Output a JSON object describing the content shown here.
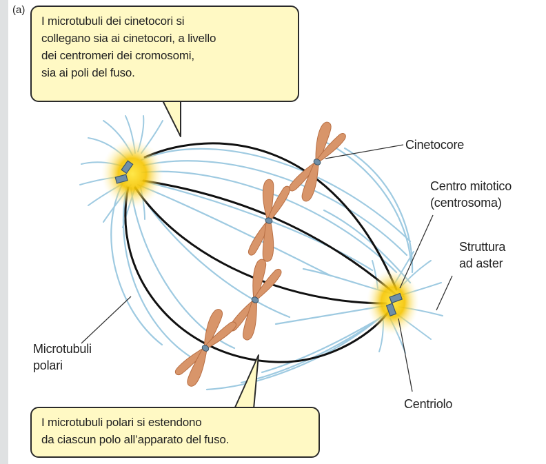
{
  "panel_label": "(a)",
  "callout_top": {
    "lines": [
      "I microtubuli dei cinetocori si",
      "collegano sia ai cinetocori, a livello",
      "dei centromeri dei cromosomi,",
      "sia ai poli del fuso."
    ]
  },
  "callout_bottom": {
    "lines": [
      "I microtubuli polari si estendono",
      "da ciascun polo all’apparato del fuso."
    ]
  },
  "labels": {
    "cinetocore": "Cinetocore",
    "centro_line1": "Centro mitotico",
    "centro_line2": "(centrosoma)",
    "aster_line1": "Struttura",
    "aster_line2": "ad aster",
    "polari_line1": "Microtubuli",
    "polari_line2": "polari",
    "centriolo": "Centriolo"
  },
  "colors": {
    "callout_fill": "#fff9c4",
    "microtubule_blue": "#9ecae1",
    "kinetochore_fiber": "#111111",
    "chromosome": "#d8956a",
    "centrosome_glow": "#f5c400",
    "centriole": "#6f8fa8"
  }
}
